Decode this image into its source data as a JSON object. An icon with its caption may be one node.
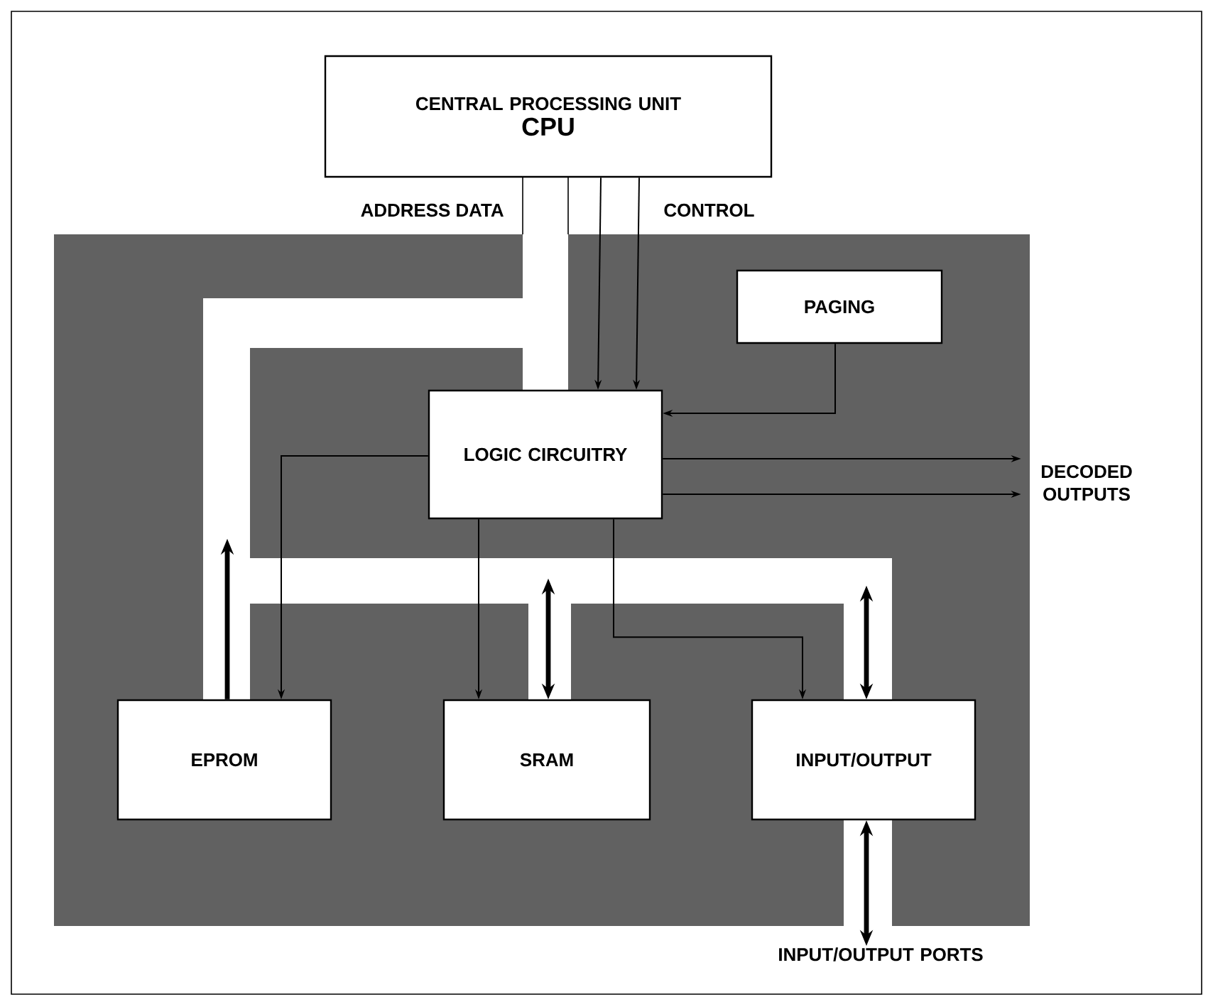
{
  "diagram": {
    "nodes": [
      {
        "text": [
          "CENTRAL PROCESSING UNIT",
          "CPU"
        ]
      },
      {
        "text": [],
        "shape": "box"
      },
      {
        "text": [
          "PAGING"
        ],
        "in": 1
      },
      {
        "text": [
          "LOGIC CIRCUITRY"
        ],
        "in": 1
      },
      {
        "text": [
          "EPROM"
        ],
        "in": 1
      },
      {
        "text": [
          "SRAM"
        ],
        "in": 1
      },
      {
        "text": [
          "INPUT/OUTPUT"
        ],
        "in": 1
      },
      {
        "text": [
          "DECODED OUTPUTS"
        ]
      },
      {
        "text": [
          "INPUT/OUTPUT PORTS"
        ]
      }
    ],
    "edges": [
      {
        "from": 0,
        "to": 3,
        "arrow": "to"
      },
      {
        "from": 0,
        "to": 3,
        "arrow": "to"
      },
      {
        "from": 2,
        "to": 3,
        "arrow": "to"
      },
      {
        "from": 3,
        "to": 7,
        "arrow": "to"
      },
      {
        "from": 3,
        "to": 7,
        "arrow": "to"
      },
      {
        "from": 3,
        "to": 4,
        "arrow": "to"
      },
      {
        "from": 3,
        "to": 5,
        "arrow": "to"
      },
      {
        "from": 3,
        "to": 6,
        "arrow": "to"
      },
      {
        "from": 4,
        "to": null,
        "arrow": "to",
        "style": "thick"
      },
      {
        "from": null,
        "to": 5,
        "arrow": "both",
        "style": "thick"
      },
      {
        "from": null,
        "to": 6,
        "arrow": "both",
        "style": "thick"
      },
      {
        "from": 6,
        "to": 8,
        "arrow": "both",
        "style": "thick"
      }
    ],
    "labels": [
      "ADDRESS DATA",
      "CONTROL"
    ]
  }
}
